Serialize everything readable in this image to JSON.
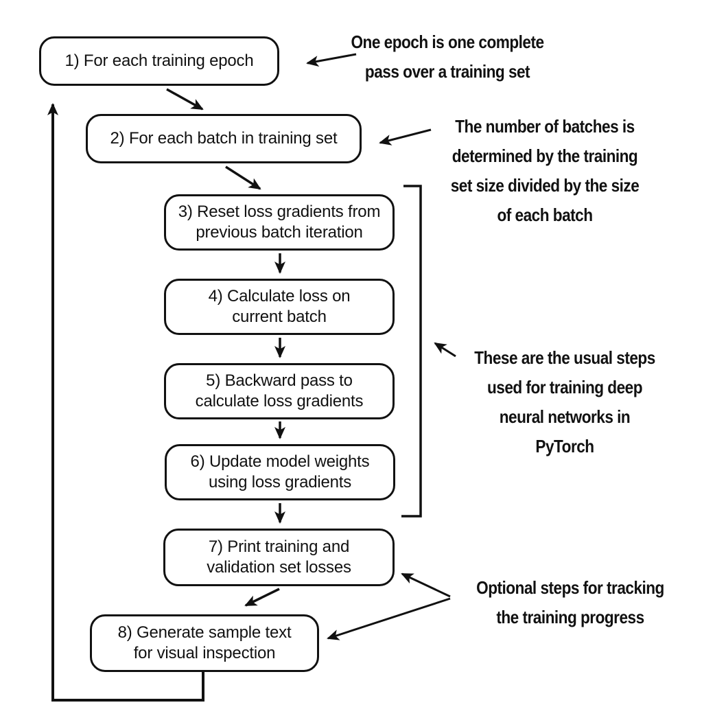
{
  "diagram": {
    "topic": "LLM training loop flowchart",
    "colors": {
      "ink": "#111111",
      "background": "#ffffff"
    },
    "nodes": [
      {
        "id": 1,
        "lines": [
          "1) For each training epoch"
        ]
      },
      {
        "id": 2,
        "lines": [
          "2) For each batch in training set"
        ]
      },
      {
        "id": 3,
        "lines": [
          "3) Reset loss gradients from",
          "previous batch iteration"
        ]
      },
      {
        "id": 4,
        "lines": [
          "4) Calculate loss on",
          "current batch"
        ]
      },
      {
        "id": 5,
        "lines": [
          "5) Backward pass to",
          "calculate loss gradients"
        ]
      },
      {
        "id": 6,
        "lines": [
          "6) Update model weights",
          "using loss gradients"
        ]
      },
      {
        "id": 7,
        "lines": [
          "7) Print training and",
          "validation set losses"
        ]
      },
      {
        "id": 8,
        "lines": [
          "8) Generate sample text",
          "for visual inspection"
        ]
      }
    ],
    "edges": [
      {
        "from": 1,
        "to": 2,
        "type": "arrow"
      },
      {
        "from": 2,
        "to": 3,
        "type": "arrow"
      },
      {
        "from": 3,
        "to": 4,
        "type": "arrow"
      },
      {
        "from": 4,
        "to": 5,
        "type": "arrow"
      },
      {
        "from": 5,
        "to": 6,
        "type": "arrow"
      },
      {
        "from": 6,
        "to": 7,
        "type": "arrow"
      },
      {
        "from": 7,
        "to": 8,
        "type": "arrow"
      },
      {
        "from": 8,
        "to": 1,
        "type": "loop-back"
      }
    ],
    "bracket": {
      "spans_nodes": [
        3,
        4,
        5,
        6
      ],
      "side": "right"
    },
    "annotations": [
      {
        "lines": [
          "One epoch is one complete",
          "pass over a training set"
        ],
        "points_to": "node-1"
      },
      {
        "lines": [
          "The number of batches is",
          "determined by the training",
          "set size divided by the size",
          "of each batch"
        ],
        "points_to": "node-2"
      },
      {
        "lines": [
          "These are the usual steps",
          "used for training deep",
          "neural networks in",
          "PyTorch"
        ],
        "points_to": "bracket-nodes-3-6"
      },
      {
        "lines": [
          "Optional steps for tracking",
          "the training progress"
        ],
        "points_to": "nodes-7-8"
      }
    ]
  }
}
